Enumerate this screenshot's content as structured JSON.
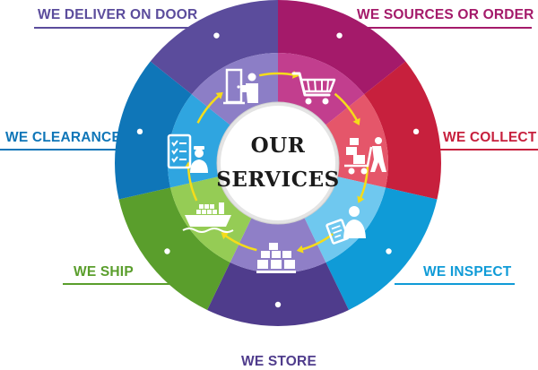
{
  "center": {
    "line1": "OUR",
    "line2": "SERVICES"
  },
  "services": [
    {
      "id": "sources",
      "label": "WE SOURCES OR ORDER",
      "icon": "shopping-cart-icon",
      "outer": "#a41a6a",
      "inner": "#c23e8e"
    },
    {
      "id": "collect",
      "label": "WE COLLECT",
      "icon": "delivery-trolley-icon",
      "outer": "#c7203d",
      "inner": "#e5566a"
    },
    {
      "id": "inspect",
      "label": "WE INSPECT",
      "icon": "inspector-clipboard-icon",
      "outer": "#0f9bd7",
      "inner": "#6fc8ef"
    },
    {
      "id": "store",
      "label": "WE STORE",
      "icon": "warehouse-boxes-icon",
      "outer": "#4f3c8c",
      "inner": "#8f7fc7"
    },
    {
      "id": "ship",
      "label": "WE SHIP",
      "icon": "cargo-ship-icon",
      "outer": "#5a9e2c",
      "inner": "#95cc55"
    },
    {
      "id": "clearance",
      "label": "WE CLEARANCE",
      "icon": "customs-checklist-icon",
      "outer": "#0f76b8",
      "inner": "#2fa5e0"
    },
    {
      "id": "deliver",
      "label": "WE DELIVER ON DOOR",
      "icon": "door-delivery-icon",
      "outer": "#5b4c9c",
      "inner": "#8c7ec6"
    }
  ],
  "colors": {
    "arrow": "#f5dc1a",
    "center_ring": "#e2e2e2",
    "center_fill": "#ffffff"
  }
}
